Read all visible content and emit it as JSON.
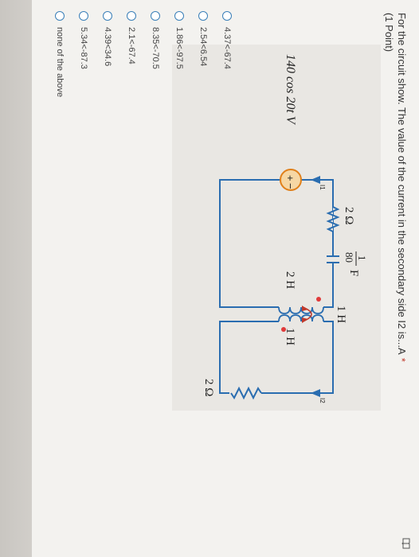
{
  "question": {
    "text": "For the circuit show. The value of the current in the secondary side I2 is...A",
    "required_marker": "*",
    "points": "(1 Point)",
    "icon": "immersive-reader-icon"
  },
  "circuit": {
    "source_label": "140 cos 20t V",
    "source_plus": "+",
    "source_minus": "−",
    "resistor1_label": "2 Ω",
    "capacitor_num": "1",
    "capacitor_den": "80",
    "capacitor_unit": "F",
    "primary_inductor_label": "2 H",
    "mutual_label": "1 H",
    "secondary_inductor_label": "1 H",
    "resistor2_label": "2 Ω",
    "i1_label": "I1",
    "i2_label": "I2"
  },
  "options": [
    "4.37<-67.4",
    "2.54<6.54",
    "1.86<-97.5",
    "8.35<-70.5",
    "2.1<-67.4",
    "4.39<34.6",
    "5.34<-87.3",
    "none of the above"
  ],
  "colors": {
    "radio_border": "#3a7fb8",
    "dot": "#e03a3a",
    "wire": "#2a6db0",
    "source_fill": "#f6d7a4"
  }
}
